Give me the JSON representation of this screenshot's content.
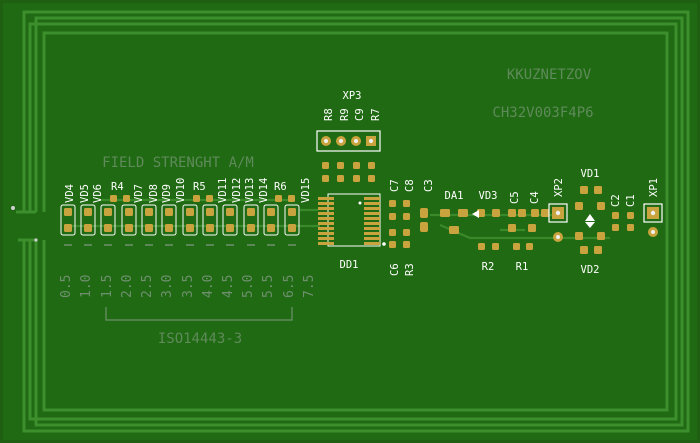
{
  "texts": {
    "author": "KKUZNETZOV",
    "mcu": "CH32V003F4P6",
    "field_title": "FIELD STRENGHT A/M",
    "standard": "ISO14443-3"
  },
  "scale_values": [
    "0.5",
    "1.0",
    "1.5",
    "2.0",
    "2.5",
    "3.0",
    "3.5",
    "4.0",
    "4.5",
    "5.0",
    "5.5",
    "6.5",
    "7.5"
  ],
  "refs": {
    "led_vertical": [
      "VD4",
      "VD5",
      "VD6",
      "VD7",
      "VD8",
      "VD9",
      "VD10",
      "VD11",
      "VD12",
      "VD13",
      "VD14",
      "VD15"
    ],
    "r4": "R4",
    "r5": "R5",
    "r6": "R6",
    "xp3_vertical": [
      "R8",
      "R9",
      "C9",
      "R7"
    ],
    "xp3": "XP3",
    "c7": "C7",
    "c8": "C8",
    "c3": "C3",
    "c6": "C6",
    "r3": "R3",
    "dd1": "DD1",
    "da1": "DA1",
    "vd3": "VD3",
    "c5": "C5",
    "c4": "C4",
    "r2": "R2",
    "r1": "R1",
    "xp2": "XP2",
    "vd1": "VD1",
    "vd2": "VD2",
    "c2": "C2",
    "c1": "C1",
    "xp1": "XP1"
  },
  "colors": {
    "board": "#1f6a12",
    "copper_trace": "#3a8a2c",
    "pad": "#c9a43e",
    "silkscreen": "#ffffff",
    "dim_text": "#5f8a5a"
  }
}
